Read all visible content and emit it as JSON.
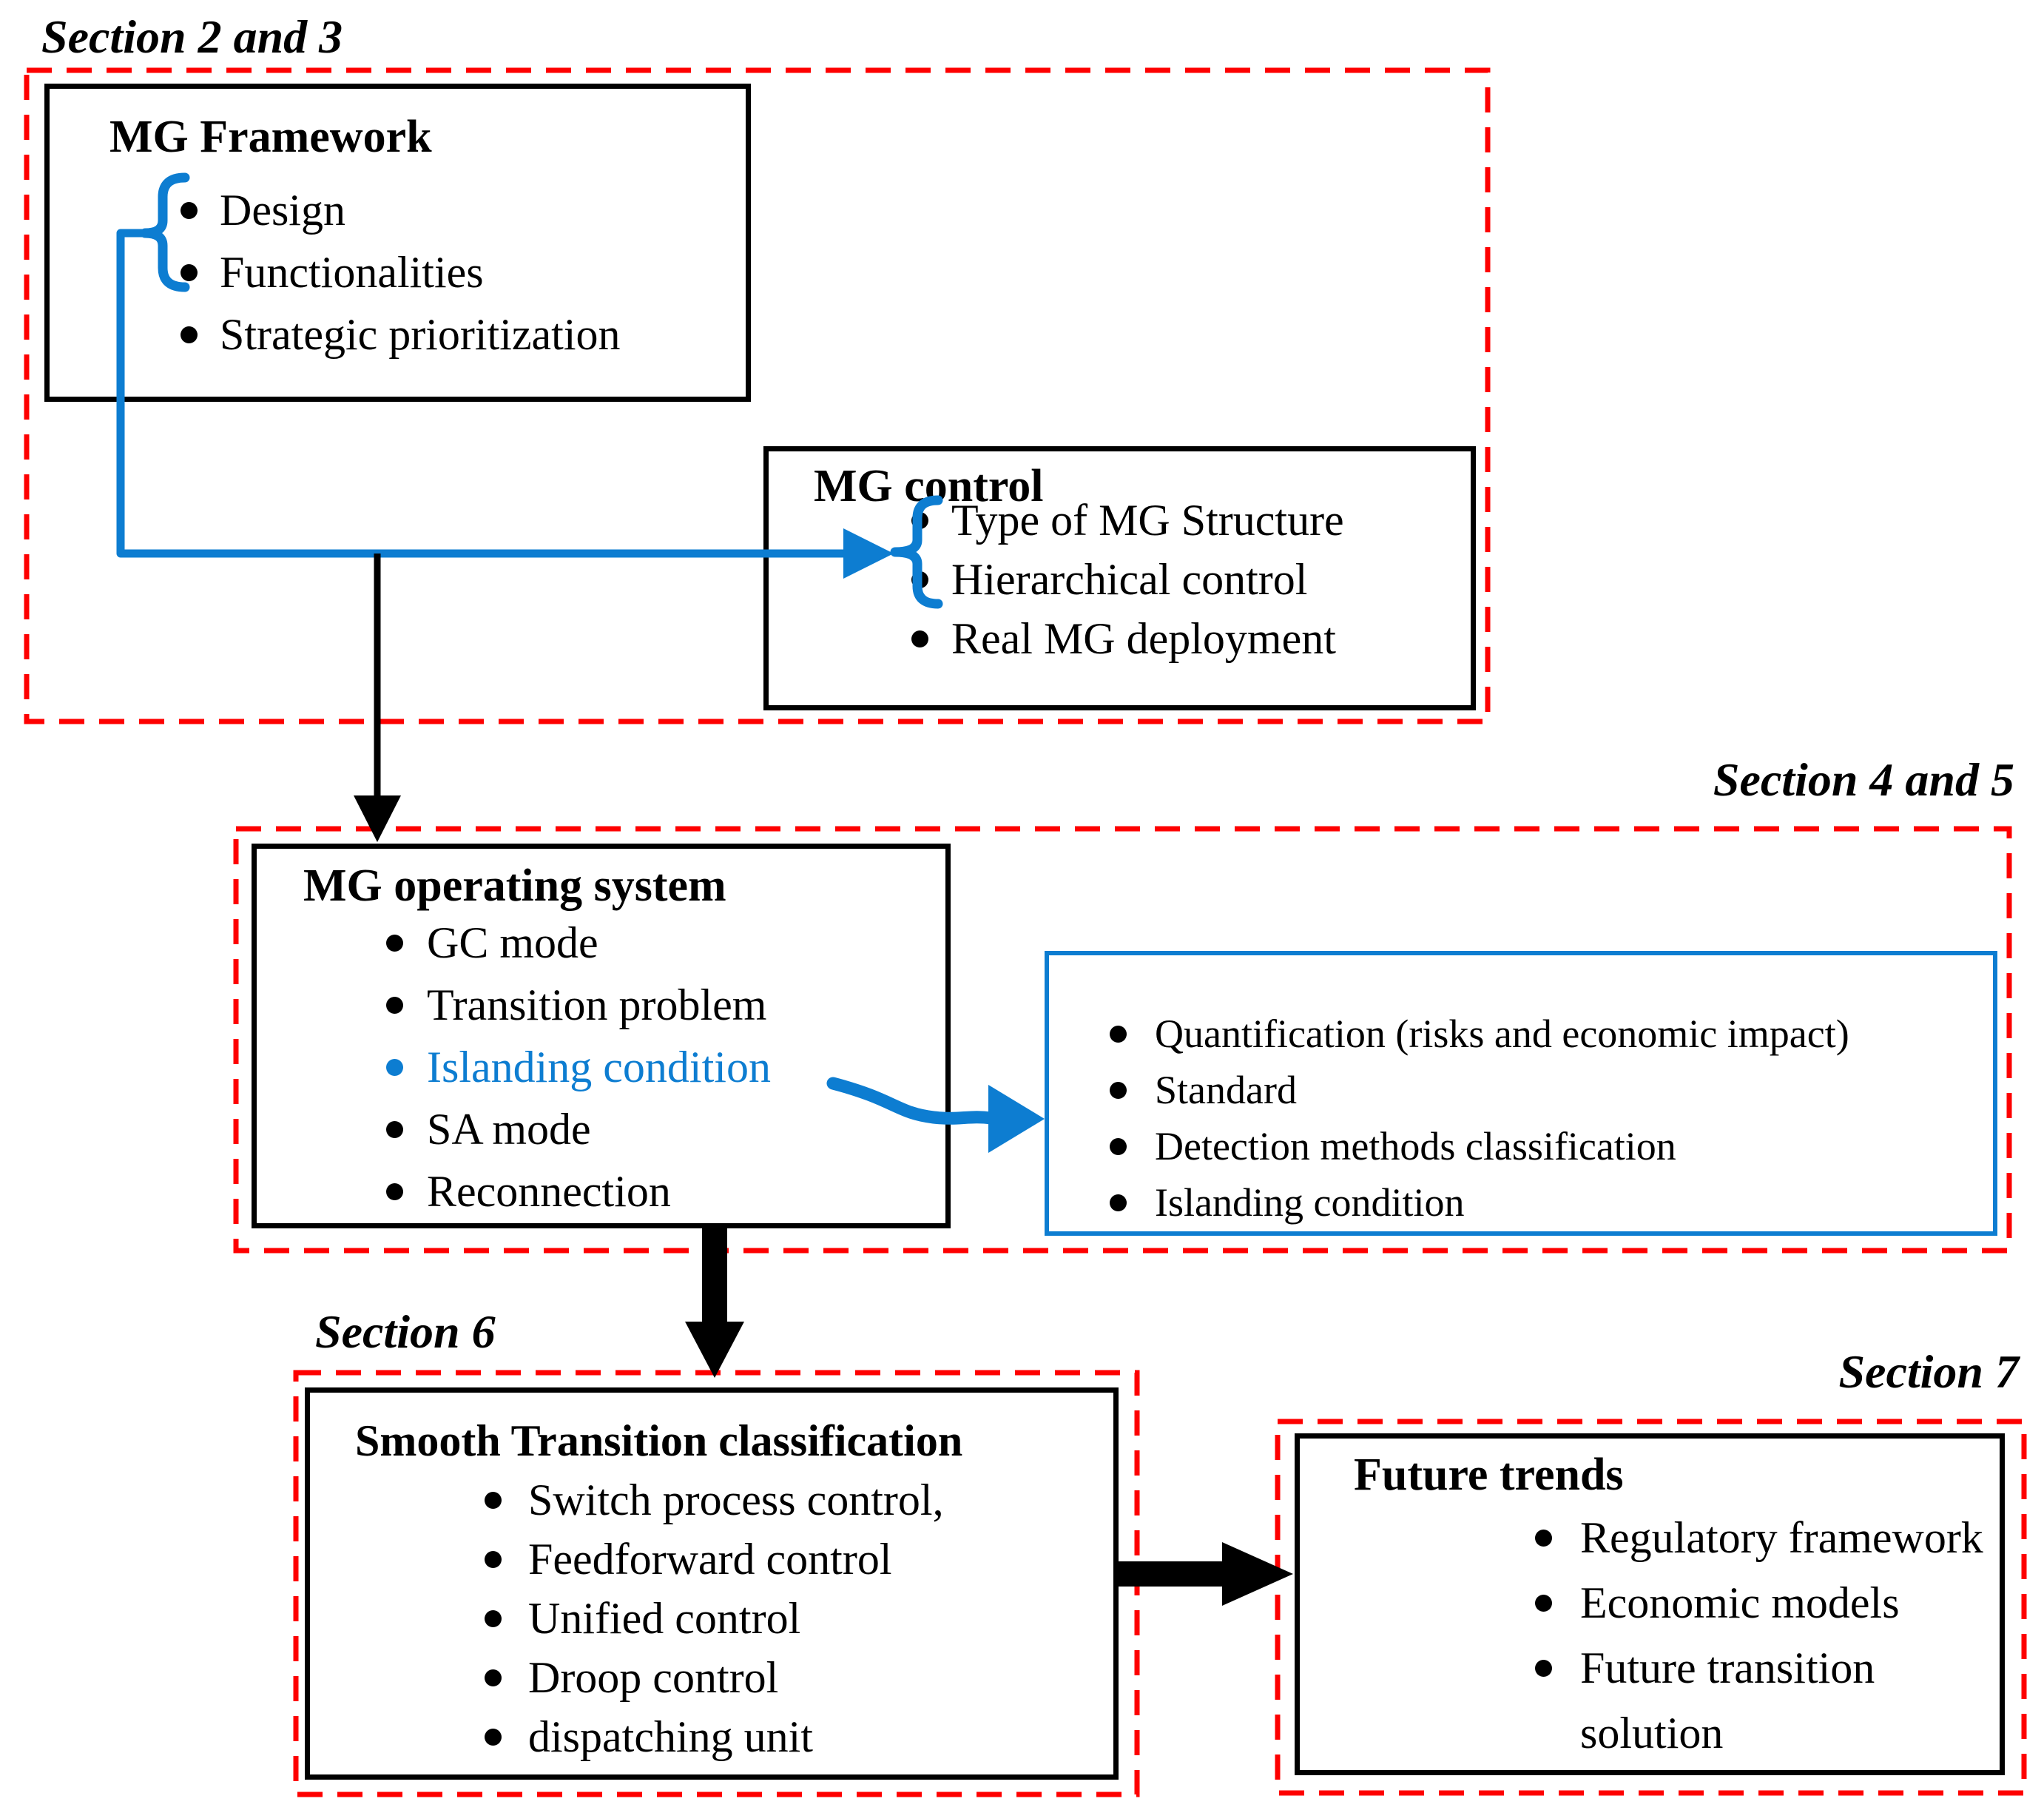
{
  "figure": {
    "type": "flow-diagram",
    "topic": "Microgrid review paper structure"
  },
  "colors": {
    "accent_blue": "#0d7dd1",
    "dashed_red": "#fe0000",
    "text_black": "#000000"
  },
  "section_labels": {
    "s23": "Section 2 and 3",
    "s45": "Section 4 and 5",
    "s6": "Section 6",
    "s7": "Section 7"
  },
  "boxes": {
    "mg_framework": {
      "title": "MG Framework",
      "bullets": [
        "Design",
        "Functionalities",
        "Strategic prioritization"
      ]
    },
    "mg_control": {
      "title": "MG control",
      "bullets": [
        "Type of MG Structure",
        "Hierarchical control",
        "Real MG deployment"
      ]
    },
    "mg_operating": {
      "title": "MG operating system",
      "bullets": [
        "GC mode",
        "Transition problem",
        "Islanding condition",
        "SA mode",
        "Reconnection"
      ],
      "highlighted_bullet": "Islanding condition"
    },
    "islanding_detail": {
      "bullets": [
        "Quantification (risks and economic impact)",
        "Standard",
        "Detection methods classification",
        "Islanding condition"
      ]
    },
    "smooth_transition": {
      "title": "Smooth Transition classification",
      "bullets": [
        "Switch process control,",
        "Feedforward control",
        "Unified control",
        "Droop control",
        "dispatching unit"
      ]
    },
    "future_trends": {
      "title": "Future trends",
      "bullets": [
        "Regulatory framework",
        "Economic models",
        "Future transition solution"
      ]
    }
  }
}
